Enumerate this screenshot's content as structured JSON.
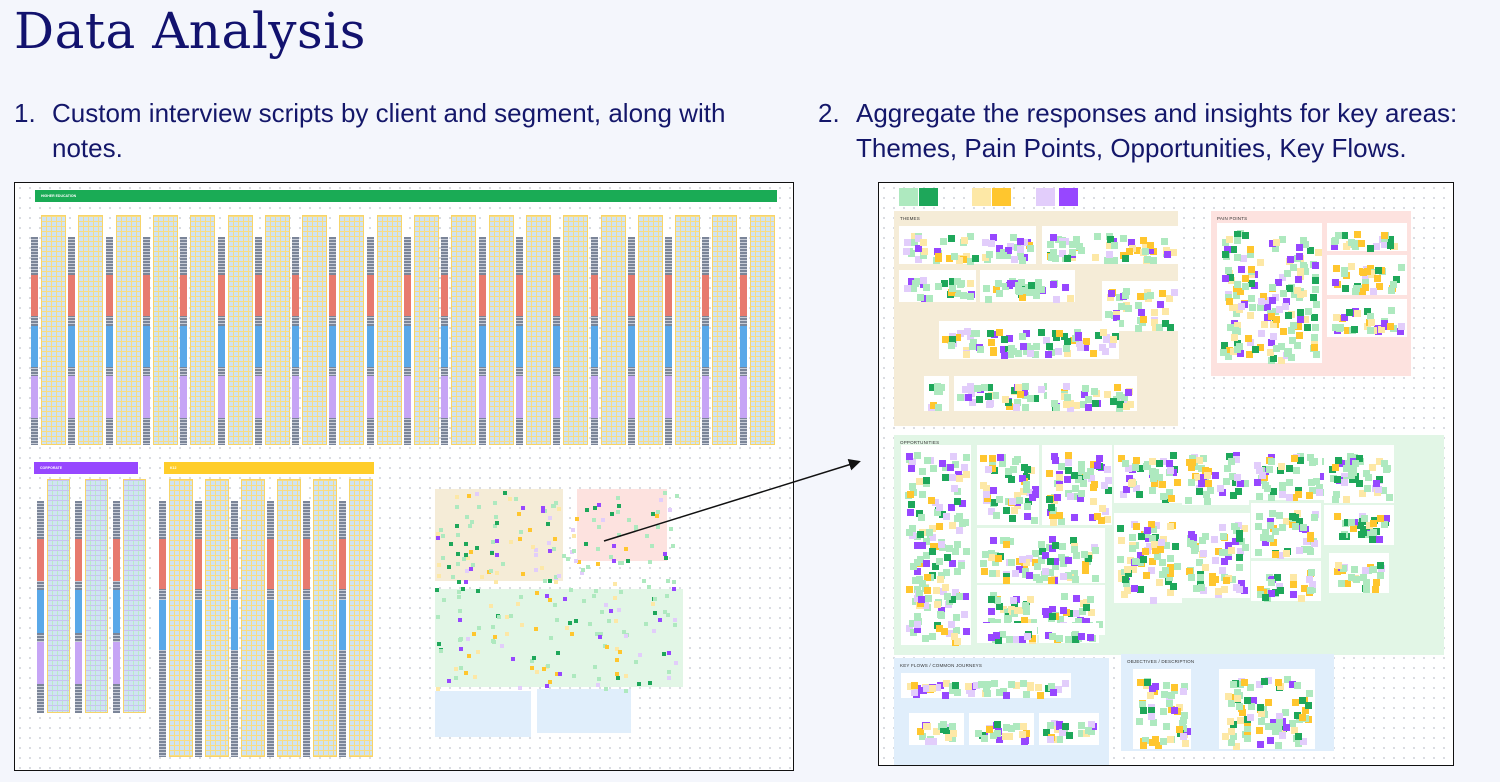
{
  "slide": {
    "title": "Data Analysis",
    "items": [
      {
        "number": "1.",
        "text": "Custom interview scripts by client and segment, along with notes."
      },
      {
        "number": "2.",
        "text": "Aggregate the responses and insights for key areas: Themes, Pain Points, Opportunities, Key Flows."
      }
    ]
  },
  "left_board": {
    "sections": [
      {
        "label": "HIGHER EDUCATION",
        "color": "#1aab55"
      },
      {
        "label": "CORPORATE",
        "color": "#9747ff"
      },
      {
        "label": "K12",
        "color": "#ffcd29"
      }
    ]
  },
  "right_board": {
    "regions": [
      {
        "label": "THEMES",
        "color": "#f5ecd7"
      },
      {
        "label": "PAIN POINTS",
        "color": "#fde2df"
      },
      {
        "label": "OPPORTUNITIES",
        "color": "#e2f6e6"
      },
      {
        "label": "KEY FLOWS / COMMON JOURNEYS",
        "color": "#e0eefb"
      },
      {
        "label": "OBJECTIVES / DESCRIPTION",
        "color": "#e0eefb"
      }
    ]
  },
  "colors": {
    "green_light": "#aee9bf",
    "green": "#1ea75a",
    "yellow_light": "#fde8a6",
    "yellow": "#ffc62e",
    "purple_light": "#e2cdfb",
    "purple": "#9747ff",
    "text": "#14176a"
  }
}
